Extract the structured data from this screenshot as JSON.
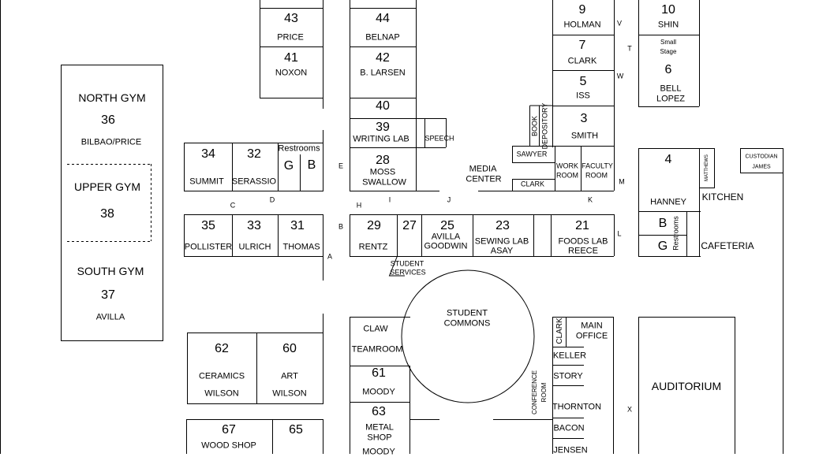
{
  "labels": {
    "north_gym": "NORTH GYM",
    "north_gym_num": "36",
    "north_gym_teacher": "BILBAO/PRICE",
    "upper_gym": "UPPER GYM",
    "upper_gym_num": "38",
    "south_gym": "SOUTH GYM",
    "south_gym_num": "37",
    "south_gym_teacher": "AVILLA",
    "r43": "43",
    "r43_name": "PRICE",
    "r41": "41",
    "r41_name": "NOXON",
    "r44": "44",
    "r44_name": "BELNAP",
    "r42": "42",
    "r42_name": "B. LARSEN",
    "r40": "40",
    "r39": "39",
    "r39_name": "WRITING LAB",
    "speech": "SPEECH",
    "r28": "28",
    "r28_name1": "MOSS",
    "r28_name2": "SWALLOW",
    "r34": "34",
    "r34_name": "SUMMIT",
    "r32": "32",
    "r32_name": "SERASSIO",
    "restrooms_1": "Restrooms",
    "g1": "G",
    "b1": "B",
    "r35": "35",
    "r35_name": "POLLISTER",
    "r33": "33",
    "r33_name": "ULRICH",
    "r31": "31",
    "r31_name": "THOMAS",
    "r29": "29",
    "r29_name": "RENTZ",
    "r27": "27",
    "r25": "25",
    "r25_name1": "AVILLA",
    "r25_name2": "GOODWIN",
    "r23": "23",
    "r23_name1": "SEWING LAB",
    "r23_name2": "ASAY",
    "r21": "21",
    "r21_name1": "FOODS LAB",
    "r21_name2": "REECE",
    "r9": "9",
    "r9_name": "HOLMAN",
    "r7": "7",
    "r7_name": "CLARK",
    "r5": "5",
    "r5_name": "ISS",
    "r3": "3",
    "r3_name": "SMITH",
    "r10": "10",
    "r10_name": "SHIN",
    "small_stage_1": "Small",
    "small_stage_2": "Stage",
    "r6": "6",
    "r6_name1": "BELL",
    "r6_name2": "LOPEZ",
    "book_depository_1": "BOOK",
    "book_depository_2": "DEPOSITORY",
    "sawyer": "SAWYER",
    "work_room_1": "WORK",
    "work_room_2": "ROOM",
    "faculty_room_1": "FACULTY",
    "faculty_room_2": "ROOM",
    "clark_small": "CLARK",
    "media_center_1": "MEDIA",
    "media_center_2": "CENTER",
    "r4": "4",
    "r4_name": "HANNEY",
    "matthews": "MATTHEWS",
    "custodian_1": "CUSTODIAN",
    "custodian_2": "JAMES",
    "kitchen": "KITCHEN",
    "cafeteria": "CAFETERIA",
    "restrooms_2": "Restrooms",
    "b2": "B",
    "g2": "G",
    "student_services_1": "STUDENT",
    "student_services_2": "SERVICES",
    "student_commons_1": "STUDENT",
    "student_commons_2": "COMMONS",
    "claw": "CLAW",
    "teamroom": "TEAMROOM",
    "r61": "61",
    "r61_name": "MOODY",
    "r63": "63",
    "r63_name1": "METAL",
    "r63_name2": "SHOP",
    "r63_name3": "MOODY",
    "r62": "62",
    "r62_name1": "CERAMICS",
    "r62_name2": "WILSON",
    "r60": "60",
    "r60_name1": "ART",
    "r60_name2": "WILSON",
    "r67": "67",
    "r67_name": "WOOD SHOP",
    "r65": "65",
    "clark_office": "CLARK",
    "main_office_1": "MAIN",
    "main_office_2": "OFFICE",
    "keller": "KELLER",
    "story": "STORY",
    "thornton": "THORNTON",
    "bacon": "BACON",
    "jensen": "JENSEN",
    "conference_room_1": "CONFERENCE",
    "conference_room_2": "ROOM",
    "auditorium": "AUDITORIUM"
  },
  "hall_markers": [
    "A",
    "B",
    "C",
    "D",
    "E",
    "H",
    "I",
    "J",
    "K",
    "L",
    "M",
    "T",
    "V",
    "W",
    "X"
  ]
}
